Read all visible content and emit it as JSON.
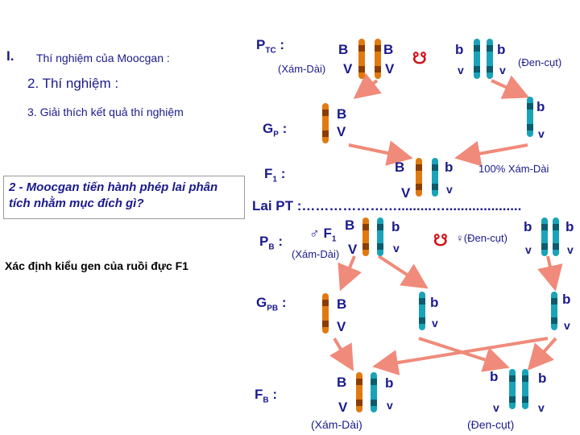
{
  "left": {
    "roman": "I.",
    "heading": "Thí nghiệm của Moocgan :",
    "item2": "2. Thí nghiệm :",
    "item3": "3. Giải thích kết quả thí nghiệm",
    "box_question": "2 -   Moocgan tiến hành phép lai phân tích nhằm mục đích gì?",
    "task": "Xác định kiểu gen của ruồi đực F1"
  },
  "rows": {
    "ptc": "P",
    "ptc_sub": "TC",
    "gp": "G",
    "gp_sub": "P",
    "f1": "F",
    "f1_sub": "1",
    "lai_pt": "Lai PT :………………….........…....................",
    "pb": "P",
    "pb_sub": "B",
    "gpb": "G",
    "gpb_sub": "PB",
    "fb": "F",
    "fb_sub": "B",
    "colon": ":"
  },
  "labels": {
    "xam_dai": "(Xám-Dài)",
    "den_cut": "(Đen-cụt)",
    "xam_dai_paren": "(Xám-Dài)",
    "den_cut_paren": "(Đen-cụt)",
    "f1_result": "100% Xám-Dài",
    "male_f1": "♂ F",
    "male_f1_sub": "1",
    "female_den_cut": "♀(Đen-cụt)",
    "cross_symbol": "☋"
  },
  "genes": {
    "B": "B",
    "V": "V",
    "b": "b",
    "v": "v"
  },
  "colors": {
    "text": "#1a1a8c",
    "arrow": "#f08a7a",
    "chrom_orange": "#e07a10",
    "chrom_teal": "#1aa3b8",
    "chrom_black": "#1a1a1a",
    "cross": "#d0121b"
  }
}
